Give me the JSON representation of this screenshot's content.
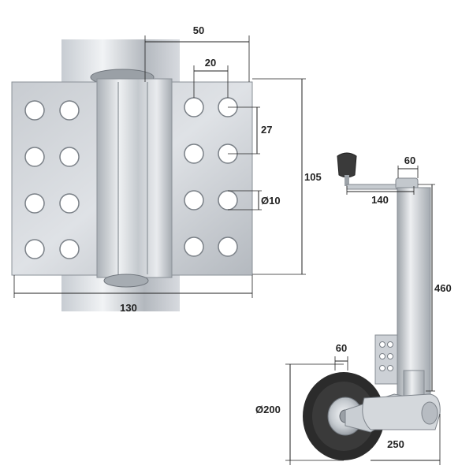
{
  "figure": {
    "plate_detail": {
      "dim_plate_width": "130",
      "dim_plate_height": "105",
      "dim_clamp_width": "50",
      "dim_hole_pitch_h": "20",
      "dim_hole_pitch_v": "27",
      "dim_hole_diameter": "Ø10"
    },
    "jockey_wheel": {
      "dim_handle_width": "60",
      "dim_crank_length": "140",
      "dim_tube_length": "460",
      "dim_wheel_diameter": "Ø200",
      "dim_tyre_width": "60",
      "dim_foot_length": "250"
    }
  },
  "colors": {
    "metal_light": "#e4e7eb",
    "metal_mid": "#b9bec4",
    "metal_dark": "#7e848b",
    "tyre": "#2b2b2b",
    "dimension_line": "#222222"
  }
}
